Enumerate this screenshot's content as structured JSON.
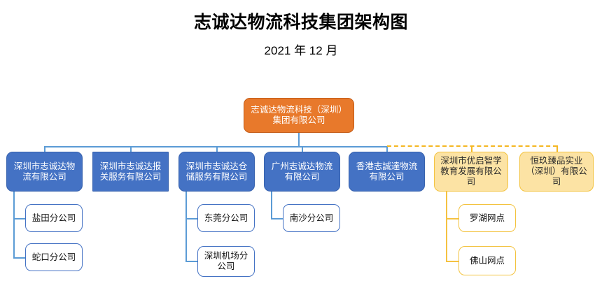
{
  "header": {
    "title": "志诚达物流科技集团架构图",
    "subtitle": "2021 年 12 月"
  },
  "colors": {
    "root_fill": "#E8792B",
    "root_border": "#C35B16",
    "level1_fill": "#4472C4",
    "level1_border": "#3762AE",
    "affiliate_fill": "#FCE3A4",
    "affiliate_border": "#F3C33F",
    "leaf_fill": "#FFFFFF",
    "leaf_border_blue": "#4472C4",
    "leaf_border_yellow": "#F3C33F",
    "connector_blue": "#5B9BD5",
    "connector_yellow": "#F5B722",
    "text_light": "#FFFFFF",
    "text_dark": "#111111",
    "background": "#FFFFFF"
  },
  "chart_data": {
    "type": "diagram",
    "diagram_kind": "organization-chart",
    "title": "志诚达物流科技集团架构图",
    "subtitle": "2021 年 12 月",
    "root": {
      "label": "志诚达物流科技（深圳）集团有限公司",
      "style": "orange"
    },
    "subsidiaries": [
      {
        "label": "深圳市志诚达物流有限公司",
        "style": "blue-rounded",
        "children": [
          {
            "label": "盐田分公司",
            "style": "white-blue-outline"
          },
          {
            "label": "蛇口分公司",
            "style": "white-blue-outline"
          }
        ]
      },
      {
        "label": "深圳市志诚达报关服务有限公司",
        "style": "blue-square",
        "children": []
      },
      {
        "label": "深圳市志诚达仓储服务有限公司",
        "style": "blue-rounded",
        "children": [
          {
            "label": "东莞分公司",
            "style": "white-blue-outline"
          },
          {
            "label": "深圳机场分公司",
            "style": "white-blue-outline"
          }
        ]
      },
      {
        "label": "广州志诚达物流有限公司",
        "style": "blue-rounded",
        "children": [
          {
            "label": "南沙分公司",
            "style": "white-blue-outline"
          }
        ]
      },
      {
        "label": "香港志誠達物流有限公司",
        "style": "blue-rounded",
        "children": []
      }
    ],
    "affiliates": {
      "connector": "dashed-yellow",
      "nodes": [
        {
          "label": "深圳市优启智学教育发展有限公司",
          "style": "yellow",
          "children": [
            {
              "label": "罗湖网点",
              "style": "white-yellow-outline"
            },
            {
              "label": "佛山网点",
              "style": "white-yellow-outline"
            }
          ]
        },
        {
          "label": "恒玖臻品实业（深圳）有限公司",
          "style": "yellow",
          "children": []
        }
      ]
    }
  }
}
